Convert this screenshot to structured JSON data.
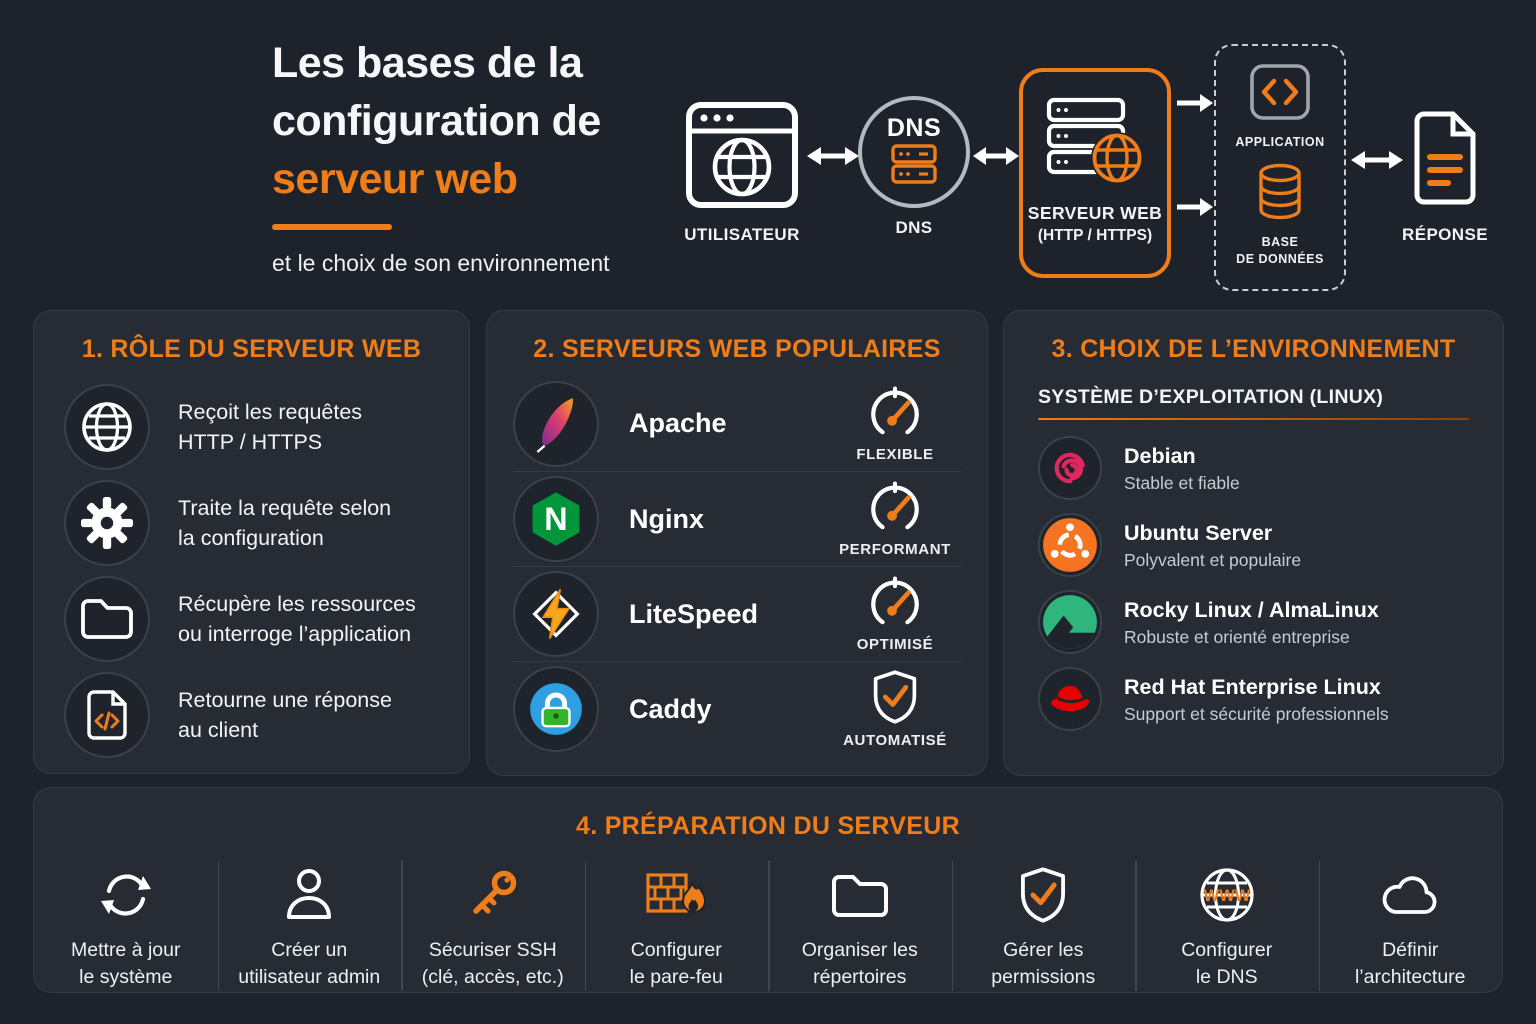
{
  "colors": {
    "background": "#1d222b",
    "card": "#262b34",
    "accent_orange": "#ef7d1a",
    "white": "#f4f5f6",
    "muted_text": "#c7ccd2",
    "nginx_green": "#009639",
    "caddy_blue": "#2e9fe0",
    "caddy_green": "#34b32c",
    "ubuntu_orange": "#f47421",
    "rocky_green": "#2eb67d",
    "redhat_red": "#e60000",
    "debian_pink": "#e02860",
    "litespeed_gold": "#f5a81c"
  },
  "icons": {
    "browser-icon": "browser window with globe",
    "dns-stack-icon": "server stack (orange)",
    "webserver-icon": "server stack with orange globe",
    "code-brackets-icon": "angle brackets in rounded square",
    "database-icon": "database cylinder",
    "document-icon": "document with text lines",
    "globe-icon": "globe",
    "gear-icon": "gear",
    "folder-icon": "folder",
    "code-file-icon": "file with </>",
    "gauge-icon": "speedometer",
    "shield-check-icon": "shield with check",
    "refresh-icon": "circular arrows",
    "user-icon": "person",
    "key-icon": "key",
    "firewall-icon": "brick wall with flame",
    "folder-open-icon": "folder",
    "globe-www-icon": "globe with www",
    "cloud-icon": "cloud"
  },
  "header": {
    "title_line1": "Les bases de la",
    "title_line2": "configuration de",
    "title_line3": "serveur web",
    "subtitle": "et le choix de son environnement"
  },
  "flow": {
    "user_label": "UTILISATEUR",
    "dns_text": "DNS",
    "dns_label": "DNS",
    "server_label": "SERVEUR WEB",
    "server_sublabel": "(HTTP / HTTPS)",
    "application_label": "APPLICATION",
    "database_label_line1": "BASE",
    "database_label_line2": "DE DONNÉES",
    "response_label": "RÉPONSE"
  },
  "card_role": {
    "title": "1. RÔLE DU SERVEUR WEB",
    "items": [
      {
        "icon": "globe-icon",
        "line1": "Reçoit les requêtes",
        "line2": "HTTP / HTTPS"
      },
      {
        "icon": "gear-icon",
        "line1": "Traite la requête selon",
        "line2": "la configuration"
      },
      {
        "icon": "folder-icon",
        "line1": "Récupère les ressources",
        "line2": "ou interroge l’application"
      },
      {
        "icon": "code-file-icon",
        "line1": "Retourne une réponse",
        "line2": "au client"
      }
    ]
  },
  "card_servers": {
    "title": "2. SERVEURS WEB POPULAIRES",
    "items": [
      {
        "logo": "apache-logo",
        "name": "Apache",
        "badge_icon": "gauge-icon",
        "badge": "FLEXIBLE"
      },
      {
        "logo": "nginx-logo",
        "name": "Nginx",
        "badge_icon": "gauge-icon",
        "badge": "PERFORMANT"
      },
      {
        "logo": "litespeed-logo",
        "name": "LiteSpeed",
        "badge_icon": "gauge-icon",
        "badge": "OPTIMISÉ"
      },
      {
        "logo": "caddy-logo",
        "name": "Caddy",
        "badge_icon": "shield-check-icon",
        "badge": "AUTOMATISÉ"
      }
    ]
  },
  "card_env": {
    "title": "3. CHOIX DE L’ENVIRONNEMENT",
    "section_label": "SYSTÈME D’EXPLOITATION  (LINUX)",
    "items": [
      {
        "logo": "debian-logo",
        "name": "Debian",
        "description": "Stable et fiable"
      },
      {
        "logo": "ubuntu-logo",
        "name": "Ubuntu Server",
        "description": "Polyvalent et populaire"
      },
      {
        "logo": "rocky-logo",
        "name": "Rocky Linux / AlmaLinux",
        "description": "Robuste et orienté entreprise"
      },
      {
        "logo": "redhat-logo",
        "name": "Red Hat Enterprise Linux",
        "description": "Support et sécurité professionnels"
      }
    ]
  },
  "card_prep": {
    "title": "4. PRÉPARATION DU SERVEUR",
    "items": [
      {
        "icon": "refresh-icon",
        "line1": "Mettre à jour",
        "line2": "le système"
      },
      {
        "icon": "user-icon",
        "line1": "Créer un",
        "line2": "utilisateur admin"
      },
      {
        "icon": "key-icon",
        "line1": "Sécuriser SSH",
        "line2": "(clé, accès, etc.)"
      },
      {
        "icon": "firewall-icon",
        "line1": "Configurer",
        "line2": "le pare-feu"
      },
      {
        "icon": "folder-open-icon",
        "line1": "Organiser les",
        "line2": "répertoires"
      },
      {
        "icon": "shield-check-icon",
        "line1": "Gérer les",
        "line2": "permissions"
      },
      {
        "icon": "globe-www-icon",
        "line1": "Configurer",
        "line2": "le DNS"
      },
      {
        "icon": "cloud-icon",
        "line1": "Définir",
        "line2": "l’architecture"
      }
    ]
  }
}
